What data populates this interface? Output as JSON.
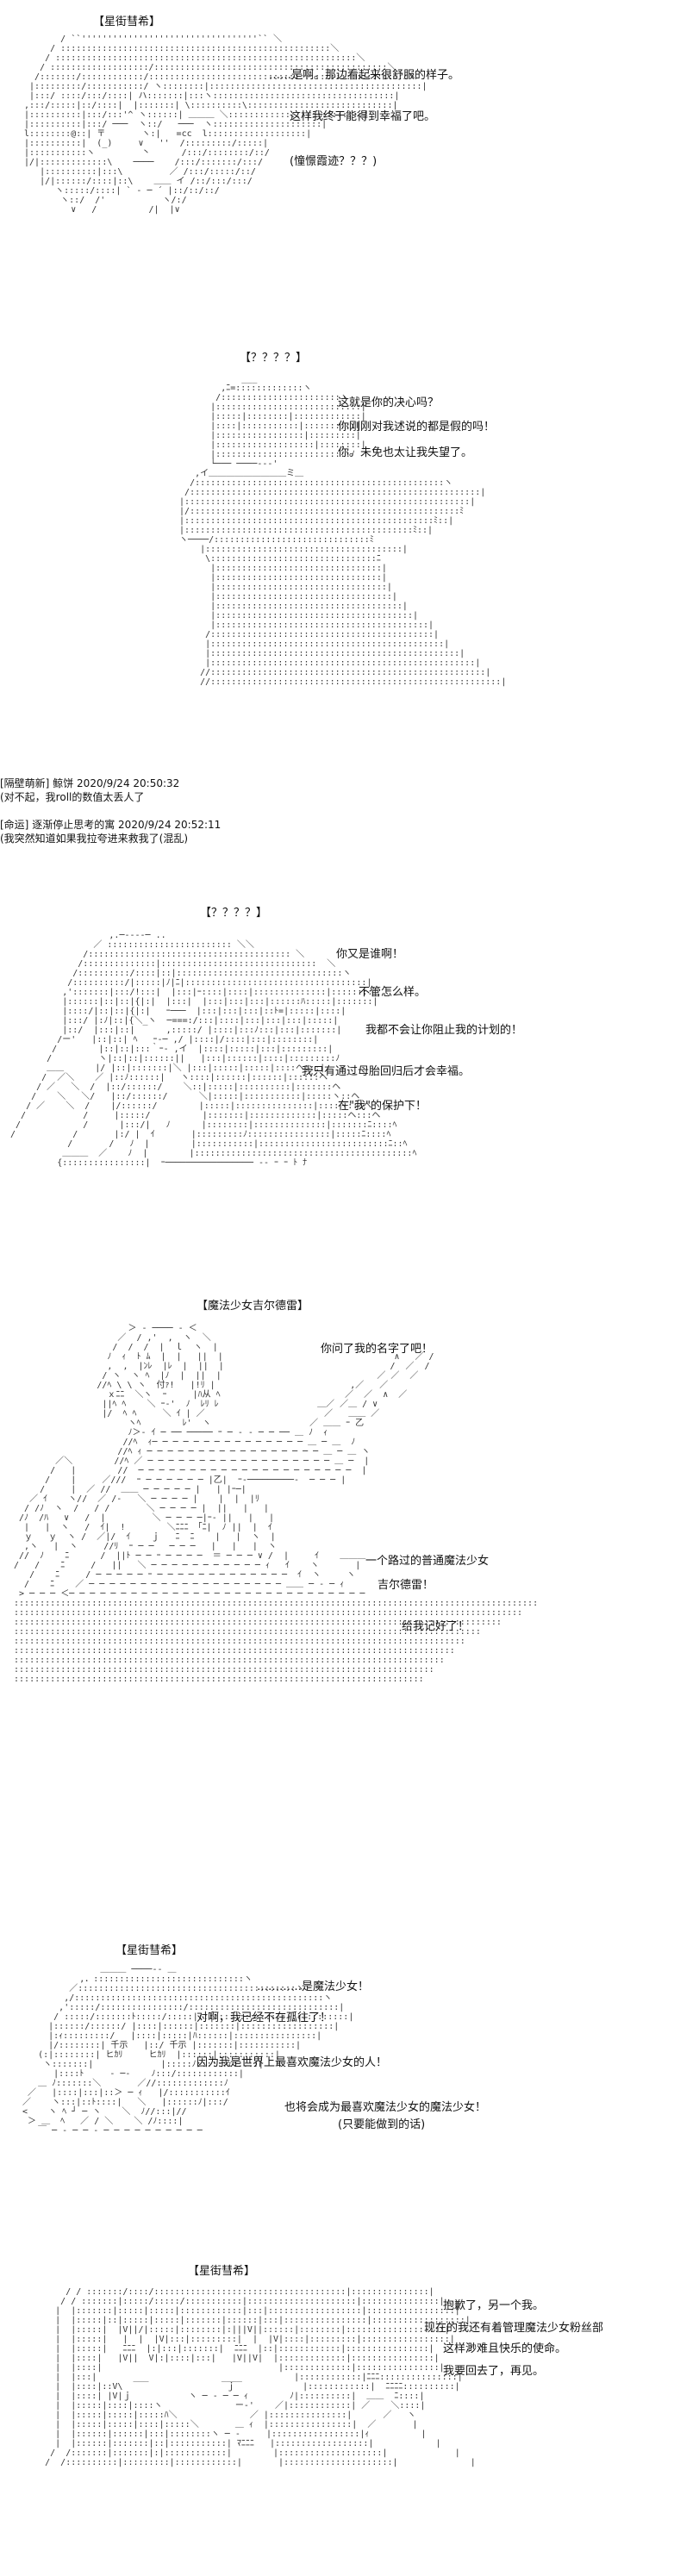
{
  "panels": [
    {
      "header": "【星街彗希】",
      "lines": [
        "……是啊。那边看起来很舒服的样子。",
        "这样我终于能得到幸福了吧。",
        "(憧憬霞迹？？？)"
      ]
    },
    {
      "header": "【？？？？】",
      "lines": [
        "这就是你的决心吗？",
        "你刚刚对我述说的都是假的吗！",
        "你。未免也太让我失望了。"
      ]
    },
    {
      "header": "【？？？？】",
      "lines": [
        "你又是谁啊！",
        "不管怎么样。",
        "我都不会让你阻止我的计划的！",
        "我只有通过母胎回归后才会幸福。",
        "在\"我\"的保护下！"
      ]
    },
    {
      "header": "【魔法少女吉尔德雷】",
      "lines": [
        "你问了我的名字了吧！",
        "一个路过的普通魔法少女",
        "吉尔德雷！",
        "给我记好了！"
      ]
    },
    {
      "header": "【星街彗希】",
      "lines": [
        "…………是魔法少女！",
        "对啊，我已经不在孤往了！",
        "因为我是世界上最喜欢魔法少女的人！",
        "也将会成为最喜欢魔法少女的魔法少女！",
        "(只要能做到的话)"
      ]
    },
    {
      "header": "【星街彗希】",
      "lines": [
        "抱歉了，另一个我。",
        "现在的我还有着管理魔法少女粉丝部",
        "这样渺难且快乐的使命。",
        "我要回去了，再见。"
      ]
    }
  ],
  "comments": [
    {
      "user": "[隔壁萌新]",
      "name": "鲸饼",
      "time": "2020/9/24 20:50:32",
      "text": "(对不起，我roll的数值太丢人了"
    },
    {
      "user": "[命运]",
      "name": "逐渐停止思考的寓",
      "time": "2020/9/24 20:52:11",
      "text": "(我突然知道如果我拉夸进来救我了(混乱)"
    }
  ],
  "icons": [
    "ascii-art-figure"
  ]
}
